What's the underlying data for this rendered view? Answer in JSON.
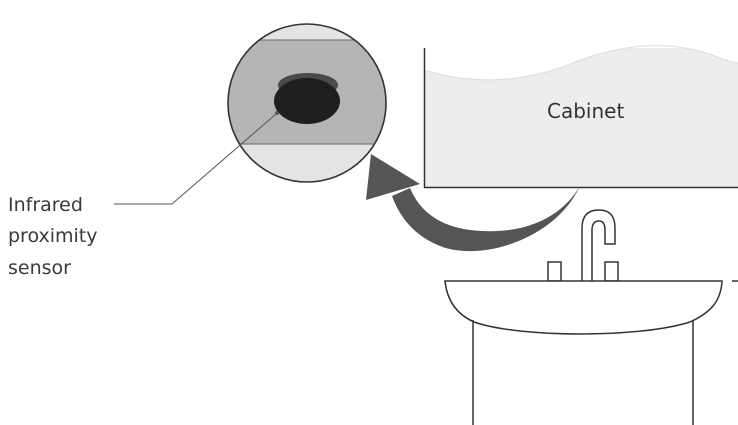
{
  "labels": {
    "cabinet": "Cabinet",
    "sensor_line1": "Infrared",
    "sensor_line2": "proximity",
    "sensor_line3": "sensor"
  },
  "colors": {
    "background": "#ffffff",
    "cabinet_fill": "#ededed",
    "cabinet_top_fill": "#ffffff",
    "zoom_fill": "#b5b5b5",
    "zoom_band": "#e4e4e4",
    "sensor_body": "#1e1e1e",
    "sensor_rim": "#4a4a4a",
    "arrow_fill": "#555555",
    "outline": "#333333",
    "leader_line": "#555555"
  }
}
